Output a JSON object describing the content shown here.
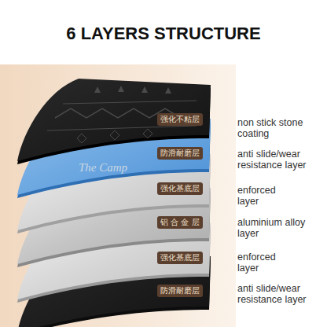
{
  "diagram": {
    "title": "6 LAYERS STRUCTURE",
    "nodes": [
      {
        "text": [
          "强化不粘层"
        ]
      },
      {
        "text": [
          "防滑耐磨层"
        ]
      },
      {
        "text": [
          "强化基底层"
        ]
      },
      {
        "text": [
          "铝 合 金 层"
        ]
      },
      {
        "text": [
          "强化基底层"
        ]
      },
      {
        "text": [
          "防滑耐磨层"
        ]
      }
    ],
    "labels": [
      "non stick stone coating",
      "anti slide/wear resistance layer",
      "enforced layer",
      "aluminium alloy layer",
      "enforced layer",
      "anti slide/wear resistance layer",
      "The Camp"
    ]
  }
}
